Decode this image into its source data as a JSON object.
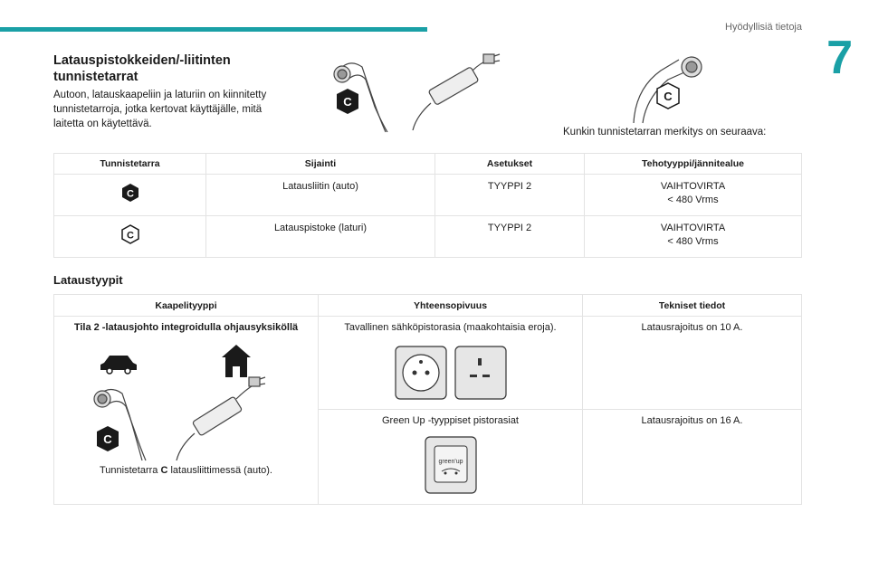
{
  "header": {
    "title": "Hyödyllisiä tietoja",
    "chapter": "7",
    "accent": "#1aa0a6"
  },
  "section": {
    "title": "Latauspistokkeiden/-liitinten tunnistetarrat",
    "intro": "Autoon, latauskaapeliin ja laturiin on kiinnitetty tunnistetarroja, jotka kertovat käyttäjälle, mitä laitetta on käytettävä.",
    "meaning_text": "Kunkin tunnistetarran merkitys on seuraava:",
    "tag_letter": "C"
  },
  "id_table": {
    "headers": [
      "Tunnistetarra",
      "Sijainti",
      "Asetukset",
      "Tehotyyppi/jännitealue"
    ],
    "rows": [
      {
        "tag": "C",
        "tag_style": "filled",
        "location": "Latausliitin (auto)",
        "setting": "TYYPPI 2",
        "power_line1": "VAIHTOVIRTA",
        "power_line2": "< 480 Vrms"
      },
      {
        "tag": "C",
        "tag_style": "outline",
        "location": "Latauspistoke (laturi)",
        "setting": "TYYPPI 2",
        "power_line1": "VAIHTOVIRTA",
        "power_line2": "< 480 Vrms"
      }
    ]
  },
  "charging": {
    "title": "Lataustyypit",
    "headers": [
      "Kaapelityyppi",
      "Yhteensopivuus",
      "Tekniset tiedot"
    ],
    "cable_type": "Tila 2 -latausjohto integroidulla ohjausyksiköllä",
    "caption_pre": "Tunnistetarra",
    "caption_letter": "C",
    "caption_post": "latausliittimessä (auto).",
    "rows": [
      {
        "compat": "Tavallinen sähköpistorasia (maakohtaisia eroja).",
        "tech": "Latausrajoitus on 10 A."
      },
      {
        "compat": "Green Up -tyyppiset pistorasiat",
        "tech": "Latausrajoitus on 16 A."
      }
    ],
    "greenup_label": "green'up"
  }
}
